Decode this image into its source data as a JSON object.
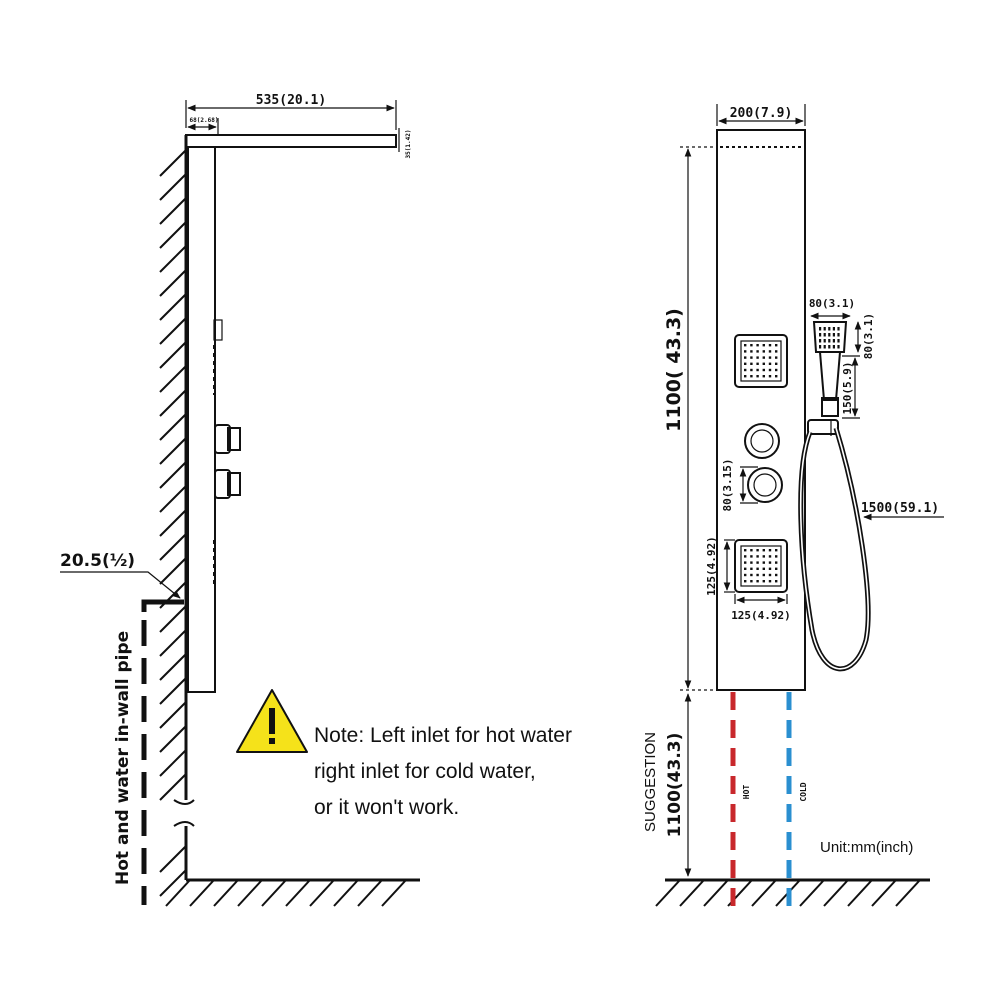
{
  "side_view": {
    "width_dim": "535(20.1)",
    "offset_dim": "68(2.68)",
    "top_thickness_dim": "35(1.42)",
    "pipe_dim": "20.5(½)",
    "pipe_label": "Hot and water in-wall pipe"
  },
  "note": {
    "line1": "Note: Left inlet for hot water",
    "line2": "right inlet for cold water,",
    "line3": "or it won't work."
  },
  "front_view": {
    "width_dim": "200(7.9)",
    "height_dim": "1100( 43.3)",
    "handshower_width_dim": "80(3.1)",
    "handshower_head_dim": "80(3.1)",
    "handshower_handle_dim": "150(5.9)",
    "knob_dim": "80(3.15)",
    "jet_height_dim": "125(4.92)",
    "jet_width_dim": "125(4.92)",
    "hose_dim": "1500(59.1)",
    "suggestion_label": "SUGGESTION",
    "install_height_dim": "1100(43.3)",
    "hot_label": "HOT",
    "cold_label": "COLD",
    "unit_label": "Unit:mm(inch)"
  },
  "colors": {
    "hot_pipe": "#c8282c",
    "cold_pipe": "#2a8fd0",
    "warning_fill": "#f5e21a"
  }
}
